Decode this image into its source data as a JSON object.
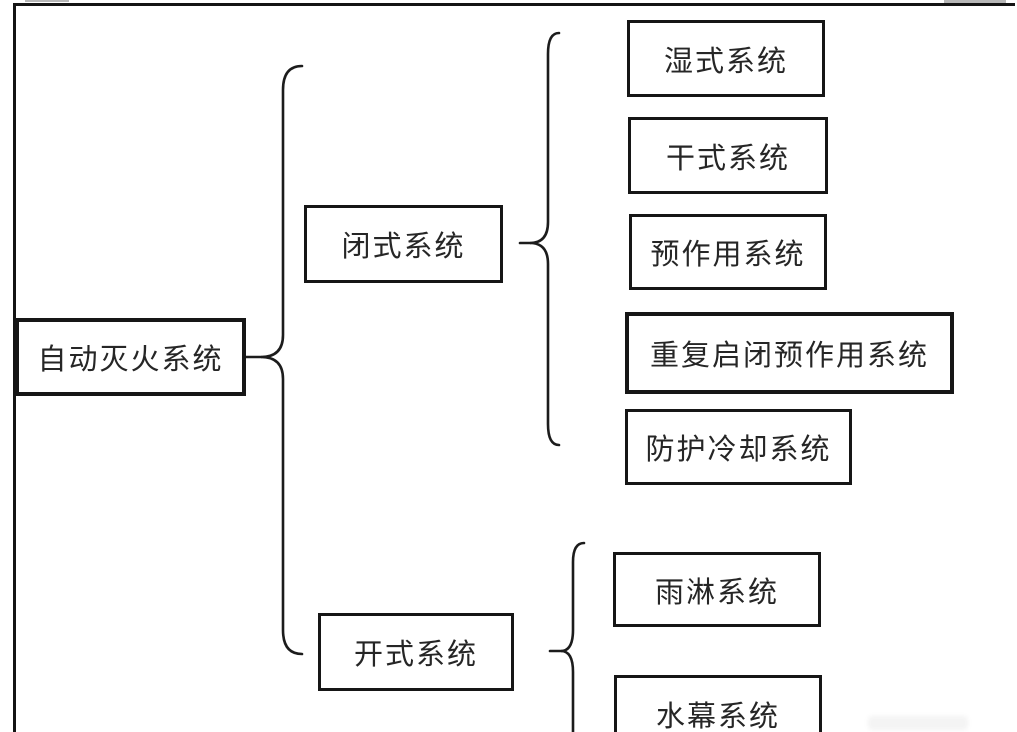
{
  "diagram": {
    "title_hint": "automatic fire extinguishing system classification tree",
    "root": {
      "label": "自动灭火系统"
    },
    "branches": [
      {
        "label": "闭式系统",
        "children": [
          {
            "label": "湿式系统"
          },
          {
            "label": "干式系统"
          },
          {
            "label": "预作用系统"
          },
          {
            "label": "重复启闭预作用系统"
          },
          {
            "label": "防护冷却系统"
          }
        ]
      },
      {
        "label": "开式系统",
        "children": [
          {
            "label": "雨淋系统"
          },
          {
            "label": "水幕系统"
          }
        ]
      }
    ],
    "colors": {
      "line": "#1c1c1c",
      "background": "#ffffff"
    }
  }
}
